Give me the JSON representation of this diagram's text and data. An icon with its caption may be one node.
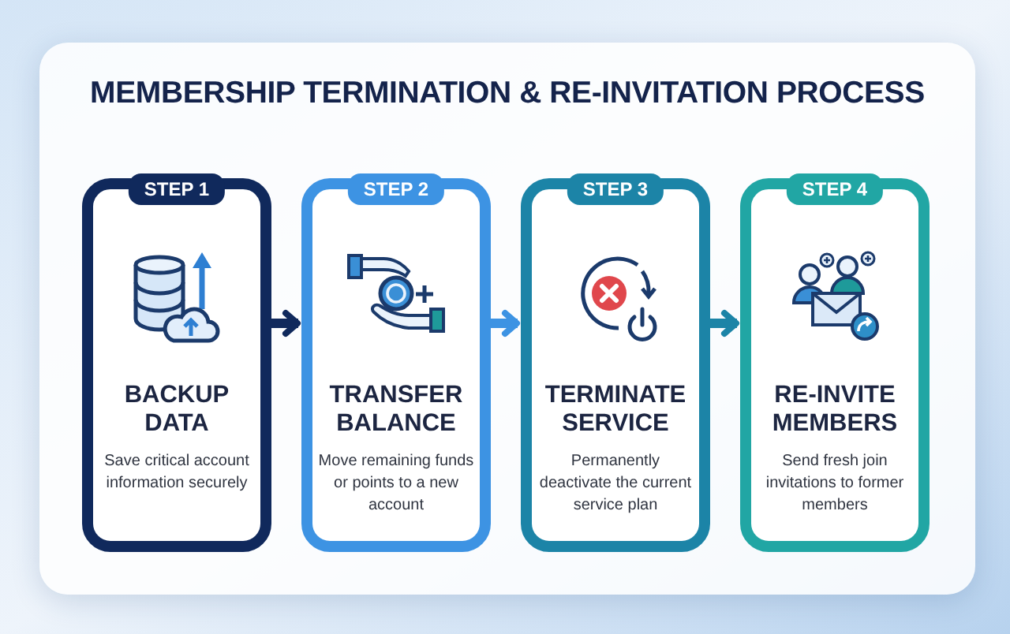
{
  "diagram": {
    "title": "MEMBERSHIP TERMINATION & RE-INVITATION PROCESS",
    "nodes": [
      {
        "text": [
          "STEP 1",
          "BACKUP DATA",
          "Save critical account information securely"
        ]
      },
      {
        "text": [
          "STEP 2",
          "TRANSFER BALANCE",
          "Move remaining funds or points to a new account"
        ]
      },
      {
        "text": [
          "STEP 3",
          "TERMINATE SERVICE",
          "Permanently deactivate the current service plan"
        ]
      },
      {
        "text": [
          "STEP 4",
          "RE-INVITE MEMBERS",
          "Send fresh join invitations to former members"
        ]
      }
    ],
    "edges": [
      {
        "from": 0,
        "to": 1,
        "arrow": "to",
        "color": "#10295c"
      },
      {
        "from": 1,
        "to": 2,
        "arrow": "to",
        "color": "#3d93e3"
      },
      {
        "from": 2,
        "to": 3,
        "arrow": "to",
        "color": "#1c84a7"
      }
    ]
  }
}
